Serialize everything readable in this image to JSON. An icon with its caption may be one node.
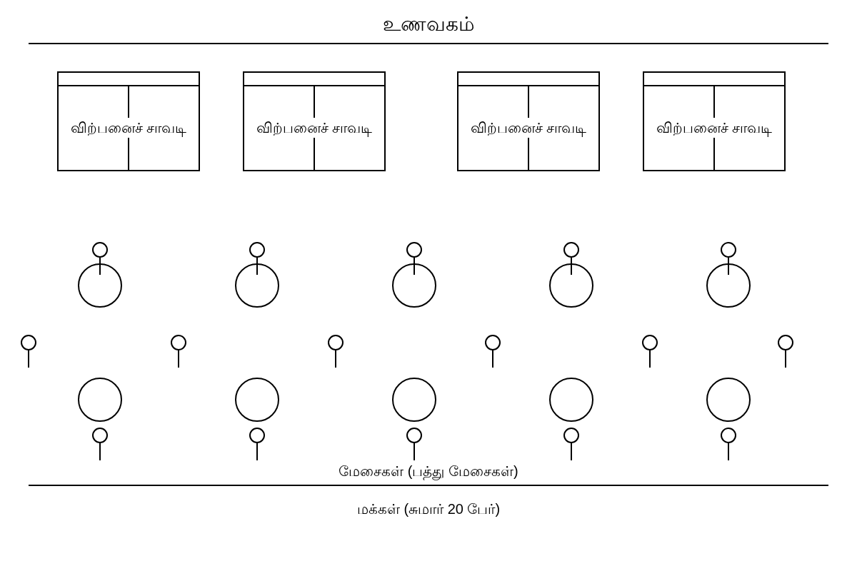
{
  "diagram": {
    "title": "உணவகம்",
    "nodes": [
      {
        "text": [
          "விற்பனைச் சாவடி"
        ]
      },
      {
        "text": [
          "விற்பனைச் சாவடி"
        ]
      },
      {
        "text": [
          "விற்பனைச் சாவடி"
        ]
      },
      {
        "text": [
          "விற்பனைச் சாவடி"
        ]
      },
      {
        "text": [],
        "shape": "person"
      },
      {
        "text": [],
        "shape": "person"
      },
      {
        "text": [],
        "shape": "person"
      },
      {
        "text": [],
        "shape": "person"
      },
      {
        "text": [],
        "shape": "person"
      },
      {
        "text": [],
        "shape": "circle"
      },
      {
        "text": [],
        "shape": "circle"
      },
      {
        "text": [],
        "shape": "circle"
      },
      {
        "text": [],
        "shape": "circle"
      },
      {
        "text": [],
        "shape": "circle"
      },
      {
        "text": [],
        "shape": "person"
      },
      {
        "text": [],
        "shape": "person"
      },
      {
        "text": [],
        "shape": "person"
      },
      {
        "text": [],
        "shape": "person"
      },
      {
        "text": [],
        "shape": "person"
      },
      {
        "text": [],
        "shape": "person"
      },
      {
        "text": [],
        "shape": "circle"
      },
      {
        "text": [],
        "shape": "circle"
      },
      {
        "text": [],
        "shape": "circle"
      },
      {
        "text": [],
        "shape": "circle"
      },
      {
        "text": [],
        "shape": "circle"
      },
      {
        "text": [],
        "shape": "person"
      },
      {
        "text": [],
        "shape": "person"
      },
      {
        "text": [],
        "shape": "person"
      },
      {
        "text": [],
        "shape": "person"
      },
      {
        "text": [],
        "shape": "person"
      }
    ],
    "labels": [
      "மேசைகள் (பத்து மேசைகள்)",
      "மக்கள் (சுமார் 20 பேர்)"
    ]
  }
}
